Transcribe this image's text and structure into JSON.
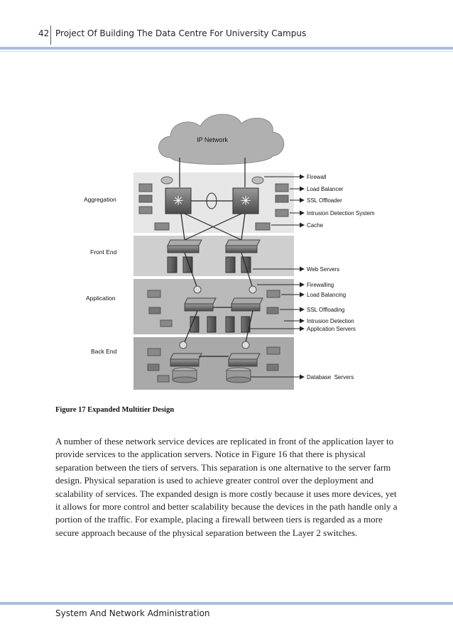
{
  "header": {
    "page_number": "42",
    "title": "Project Of Building The Data Centre For University Campus"
  },
  "figure": {
    "cloud_label": "IP Network",
    "tiers": [
      "Aggregation",
      "Front End",
      "Application",
      "Back End"
    ],
    "callouts": [
      "Firewall",
      "Load Balancer",
      "SSL Offloader",
      "Intrusion Detection System",
      "Cache",
      "Web Servers",
      "Firewalling",
      "Load Balancing",
      "SSL Offloading",
      "Intrusion Detection",
      "Application Servers",
      "Database  Servers"
    ],
    "caption": "Figure 17 Expanded Multitier Design"
  },
  "body": {
    "paragraph": "A number of these network service devices are replicated in front of the application layer to provide services to the application servers. Notice in Figure 16 that there is physical separation between the tiers of servers. This separation is one alternative to the server farm design. Physical separation is used to achieve greater control over the deployment and scalability of services. The expanded design is more costly because it uses more devices, yet it allows for more control and better scalability because the devices in the path handle only a portion of the traffic. For example, placing a firewall between tiers is regarded as a more secure approach because of the physical separation between the Layer 2 switches."
  },
  "footer": {
    "text": "System And Network Administration"
  }
}
